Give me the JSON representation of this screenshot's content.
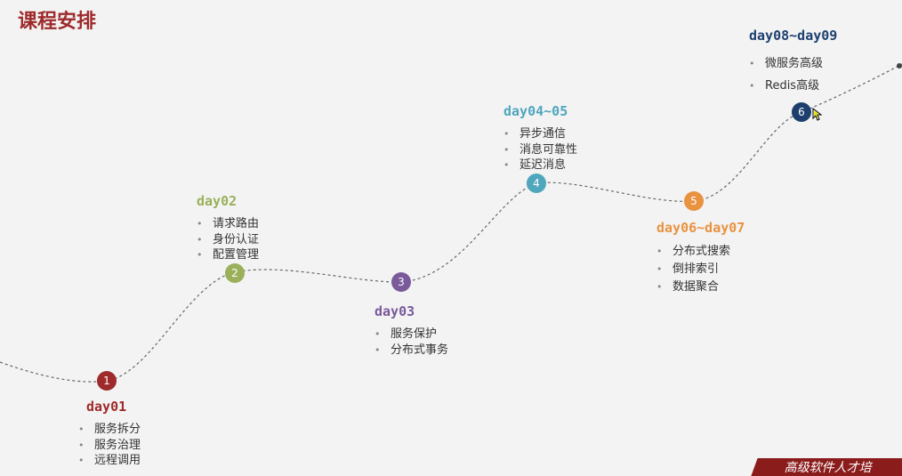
{
  "title": "课程安排",
  "colors": {
    "title": "#9e2a2b",
    "day01": "#9e2a2b",
    "day02": "#9ab05a",
    "day03": "#7a5a9a",
    "day04": "#4fa6bd",
    "day05": "#e99240",
    "day06": "#1e3f6e"
  },
  "steps": [
    {
      "num": "1",
      "day": "day01",
      "items": [
        "服务拆分",
        "服务治理",
        "远程调用"
      ]
    },
    {
      "num": "2",
      "day": "day02",
      "items": [
        "请求路由",
        "身份认证",
        "配置管理"
      ]
    },
    {
      "num": "3",
      "day": "day03",
      "items": [
        "服务保护",
        "分布式事务"
      ]
    },
    {
      "num": "4",
      "day": "day04~05",
      "items": [
        "异步通信",
        "消息可靠性",
        "延迟消息"
      ]
    },
    {
      "num": "5",
      "day": "day06~day07",
      "items": [
        "分布式搜索",
        "倒排索引",
        "数据聚合"
      ]
    },
    {
      "num": "6",
      "day": "day08~day09",
      "items": [
        "微服务高级",
        "Redis高级"
      ]
    }
  ],
  "banner_text": "高级软件人才培"
}
